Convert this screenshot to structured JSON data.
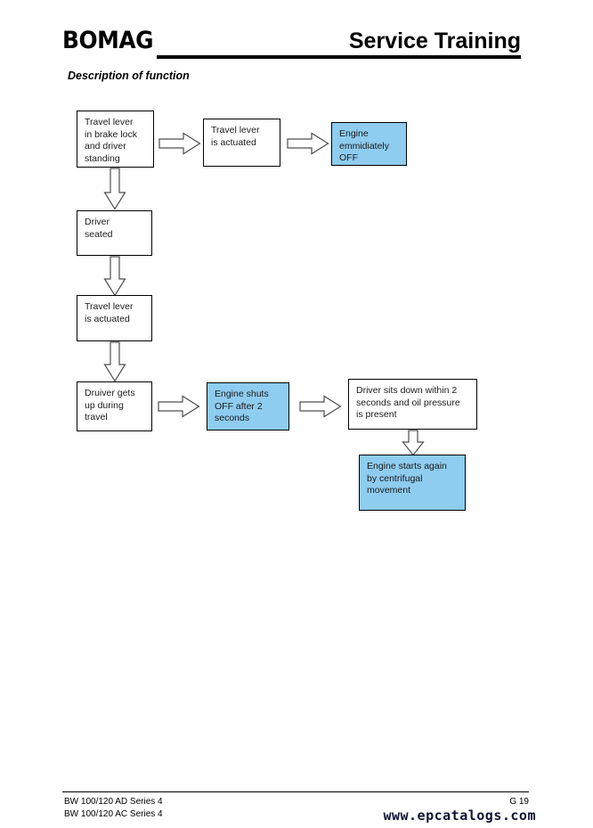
{
  "header": {
    "logo": "BOMAG",
    "title": "Service Training",
    "subtitle": "Description of function"
  },
  "flow": {
    "nodes": [
      {
        "id": "travel-lever-brake-lock",
        "label": "Travel lever\nin brake lock\nand driver\nstanding",
        "style": "white"
      },
      {
        "id": "travel-lever-actuated-top",
        "label": "Travel lever\nis actuated",
        "style": "white"
      },
      {
        "id": "engine-immediately-off",
        "label": "Engine\nemmidiately\nOFF",
        "style": "blue"
      },
      {
        "id": "driver-seated",
        "label": "Driver\nseated",
        "style": "white"
      },
      {
        "id": "travel-lever-actuated-mid",
        "label": "Travel    lever\nis actuated",
        "style": "white"
      },
      {
        "id": "driver-gets-up",
        "label": "Druiver gets\nup during\ntravel",
        "style": "white"
      },
      {
        "id": "engine-shuts-off",
        "label": "Engine shuts\nOFF after 2\nseconds",
        "style": "blue"
      },
      {
        "id": "driver-sits-down",
        "label": "Driver sits down within 2\nseconds and oil pressure\nis present",
        "style": "white"
      },
      {
        "id": "engine-starts-again",
        "label": "Engine starts again\nby centrifugal\nmovement",
        "style": "blue"
      }
    ],
    "connectors": [
      {
        "id": "arrow-lever-to-actuated",
        "direction": "right"
      },
      {
        "id": "arrow-actuated-to-engine-off",
        "direction": "right"
      },
      {
        "id": "arrow-lever-to-driver-seated",
        "direction": "down"
      },
      {
        "id": "arrow-driver-seated-to-lever-actuated",
        "direction": "down"
      },
      {
        "id": "arrow-lever-actuated-to-driver-gets-up",
        "direction": "down"
      },
      {
        "id": "arrow-driver-gets-up-to-engine-shuts-off",
        "direction": "right"
      },
      {
        "id": "arrow-engine-shuts-off-to-driver-sits-down",
        "direction": "right"
      },
      {
        "id": "arrow-driver-sits-down-to-engine-starts",
        "direction": "down"
      }
    ]
  },
  "colors": {
    "highlight_blue": "#8ECCF0",
    "box_border": "#000000",
    "arrow_stroke": "#555555",
    "page_background": "#FFFFFF"
  },
  "footer": {
    "model_line_1": "BW 100/120 AD Series 4",
    "model_line_2": "BW 100/120 AC Series 4",
    "page_number": "G 19",
    "watermark": "www.epcatalogs.com"
  }
}
